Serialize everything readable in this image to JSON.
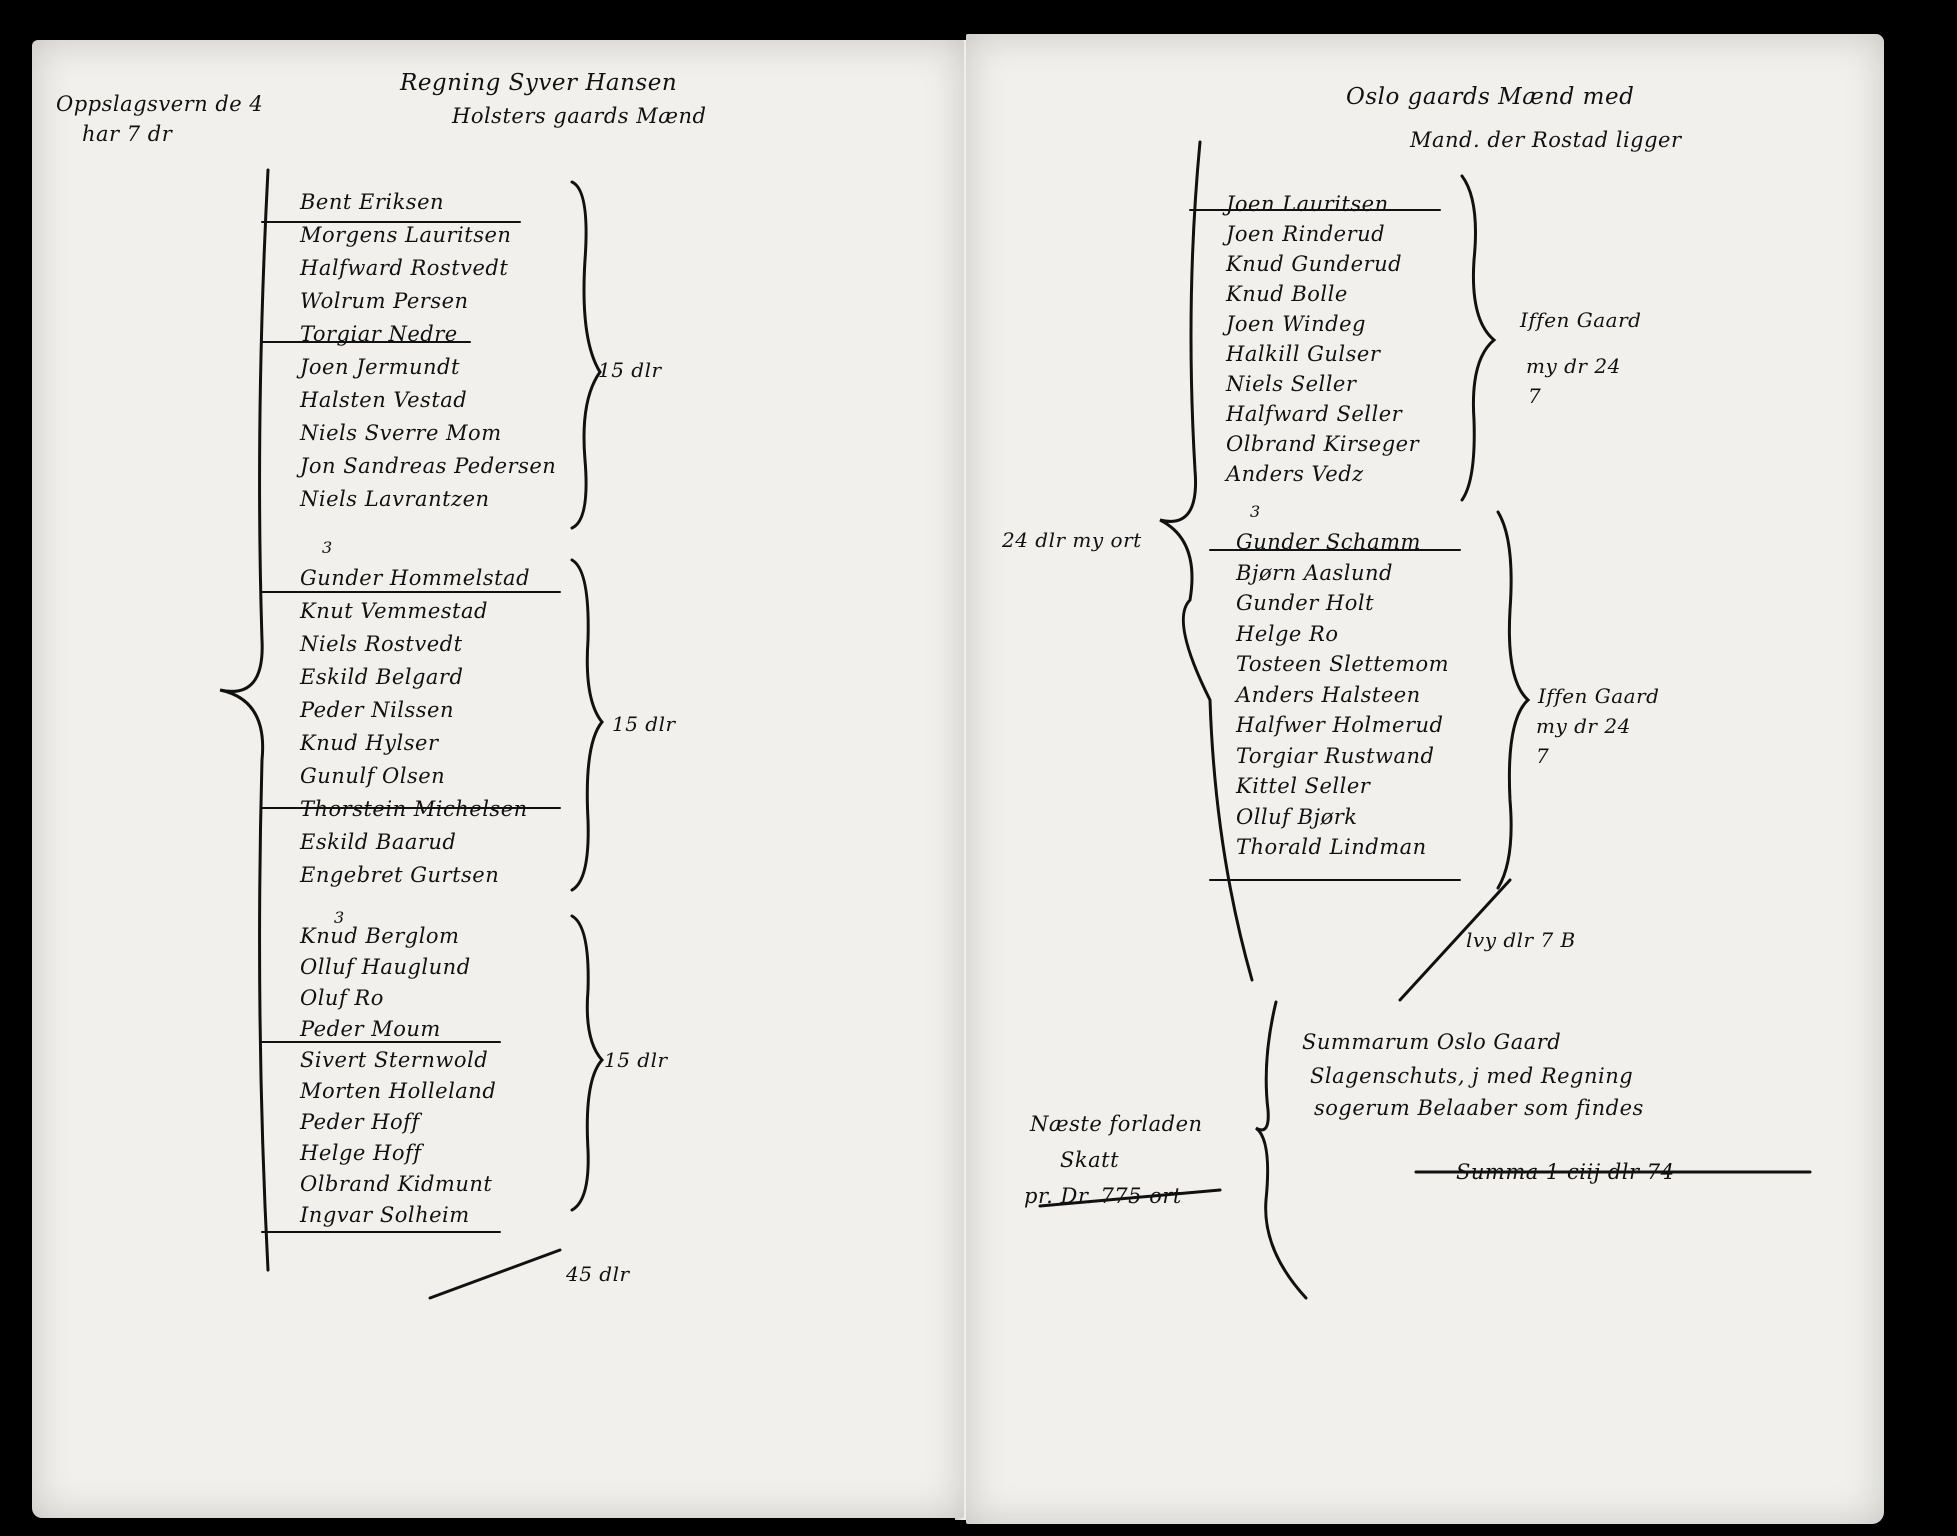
{
  "left_page": {
    "margin_heading": [
      "Oppslagsvern de 4",
      "har 7 dr"
    ],
    "heading": [
      "Regning Syver Hansen",
      "Holsters gaards Mænd"
    ],
    "groups": [
      {
        "names": [
          "Bent Eriksen",
          "Morgens Lauritsen",
          "Halfward Rostvedt",
          "Wolrum Persen",
          "Torgiar Nedre",
          "Joen Jermundt",
          "Halsten Vestad",
          "Niels Sverre Mom",
          "Jon Sandreas Pedersen",
          "Niels Lavrantzen"
        ],
        "sum": "15 dlr"
      },
      {
        "mark": "3",
        "names": [
          "Gunder Hommelstad",
          "Knut Vemmestad",
          "Niels Rostvedt",
          "Eskild Belgard",
          "Peder Nilssen",
          "Knud Hylser",
          "Gunulf Olsen",
          "Thorstein Michelsen",
          "Eskild Baarud",
          "Engebret Gurtsen"
        ],
        "sum": "15 dlr"
      },
      {
        "mark": "3",
        "names": [
          "Knud Berglom",
          "Olluf Hauglund",
          "Oluf Ro",
          "Peder Moum",
          "Sivert Sternwold",
          "Morten Holleland",
          "Peder Hoff",
          "Helge Hoff",
          "Olbrand Kidmunt",
          "Ingvar Solheim"
        ],
        "sum": "15 dlr"
      }
    ],
    "total": "45 dlr"
  },
  "right_page": {
    "heading": [
      "Oslo gaards Mænd med",
      "Mand. der Rostad ligger"
    ],
    "groups": [
      {
        "names": [
          "Joen Lauritsen",
          "Joen Rinderud",
          "Knud Gunderud",
          "Knud Bolle",
          "Joen Windeg",
          "Halkill Gulser",
          "Niels Seller",
          "Halfward Seller",
          "Olbrand Kirseger",
          "Anders Vedz"
        ],
        "sum_lines": [
          "Iffen Gaard",
          "my dr 24",
          "7"
        ]
      },
      {
        "mark": "3",
        "names": [
          "Gunder Schamm",
          "Bjørn Aaslund",
          "Gunder Holt",
          "Helge Ro",
          "Tosteen Slettemom",
          "Anders Halsteen",
          "Halfwer Holmerud",
          "Torgiar Rustwand",
          "Kittel Seller",
          "Olluf Bjørk",
          "Thorald Lindman"
        ],
        "sum_lines": [
          "Iffen Gaard",
          "my dr 24",
          "7"
        ]
      }
    ],
    "subtotal": "lvy dlr 7 B",
    "margin_note_mid": "24 dlr my ort",
    "summary": [
      "Summarum Oslo Gaard",
      "Slagenschuts, j med Regning",
      "sogerum Belaaber som findes"
    ],
    "summary_total": "Summa 1 ciij dlr 74",
    "margin_note_bottom": [
      "Næste forladen",
      "Skatt",
      "pr. Dr. 775 ort"
    ]
  }
}
